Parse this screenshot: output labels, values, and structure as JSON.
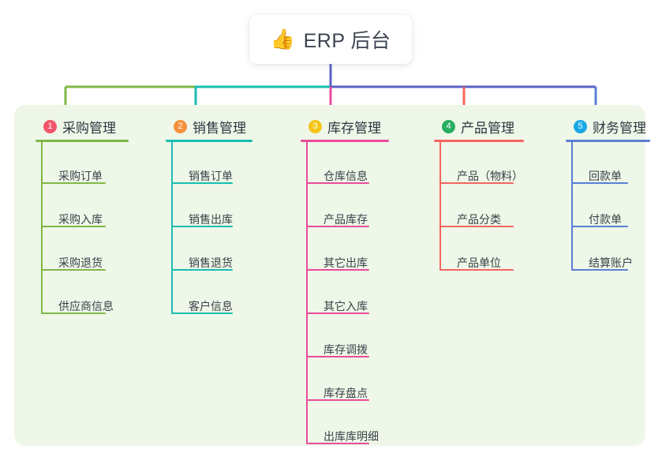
{
  "root": {
    "icon": "thumbs-up-icon",
    "icon_glyph": "👍",
    "title": "ERP 后台"
  },
  "panel": {
    "background": "#eef7e8"
  },
  "stem_color": "#5b5fc7",
  "columns": [
    {
      "number": "1",
      "title": "采购管理",
      "badge_color": "#f2556b",
      "line_color": "#7fb747",
      "items": [
        "采购订单",
        "采购入库",
        "采购退货",
        "供应商信息"
      ]
    },
    {
      "number": "2",
      "title": "销售管理",
      "badge_color": "#f5913e",
      "line_color": "#18bdb0",
      "items": [
        "销售订单",
        "销售出库",
        "销售退货",
        "客户信息"
      ]
    },
    {
      "number": "3",
      "title": "库存管理",
      "badge_color": "#f5c518",
      "line_color": "#ea4c9a",
      "items": [
        "仓库信息",
        "产品库存",
        "其它出库",
        "其它入库",
        "库存调拨",
        "库存盘点",
        "出库库明细"
      ]
    },
    {
      "number": "4",
      "title": "产品管理",
      "badge_color": "#27ae60",
      "line_color": "#f4655f",
      "items": [
        "产品（物料）",
        "产品分类",
        "产品单位"
      ]
    },
    {
      "number": "5",
      "title": "财务管理",
      "badge_color": "#19a9e5",
      "line_color": "#5b7fd4",
      "items": [
        "回款单",
        "付款单",
        "结算账户"
      ]
    }
  ]
}
